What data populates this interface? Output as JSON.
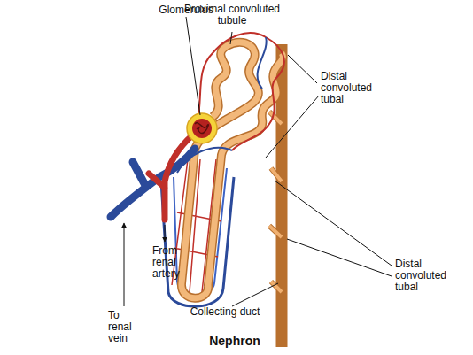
{
  "diagram": {
    "caption": "Nephron",
    "labels": [
      "Glomerulus",
      "Proximal convoluted tubule",
      "Distal convoluted tubal",
      "Distal convoluted tubal",
      "From renal artery",
      "To renal vein",
      "Collecting duct"
    ]
  }
}
